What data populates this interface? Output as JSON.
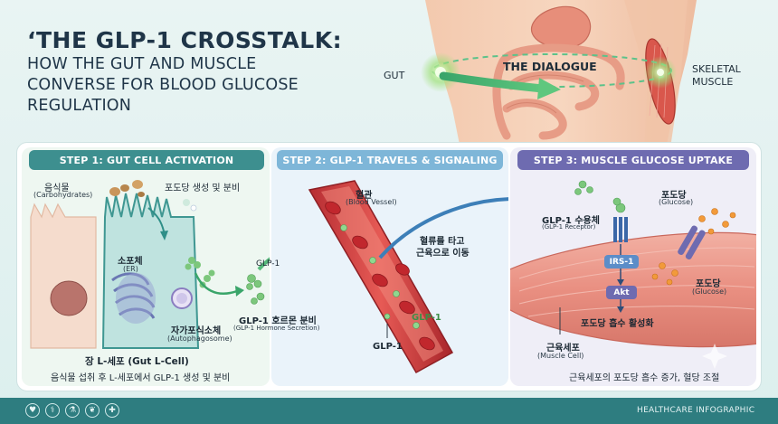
{
  "title": {
    "main": "‘THE GLP-1 CROSSTALK:",
    "sub": "HOW THE GUT AND MUSCLE CONVERSE FOR BLOOD GLUCOSE REGULATION"
  },
  "hero": {
    "gut_label": "GUT",
    "dialogue_label": "THE DIALOGUE",
    "muscle_label": "SKELETAL MUSCLE"
  },
  "step1": {
    "header": "STEP 1: GUT CELL ACTIVATION",
    "food_ko": "음식물",
    "food_en": "(Carbohydrates)",
    "glucose_ko": "포도당 생성 및 분비",
    "er_ko": "소포체",
    "er_en": "(ER)",
    "autophagosome_ko": "자가포식소체",
    "autophagosome_en": "(Autophagosome)",
    "glp1_label": "GLP-1",
    "secretion_ko": "GLP-1 호르몬 분비",
    "secretion_en": "(GLP-1 Hormone Secretion)",
    "cell_label": "장 L-세포 (Gut L-Cell)",
    "caption": "음식물 섭취 후 L-세포에서 GLP-1 생성 및 분비"
  },
  "step2": {
    "header": "STEP 2: GLP-1 TRAVELS & SIGNALING",
    "vessel_ko": "혈관",
    "vessel_en": "(Blood Vessel)",
    "travel_ko_1": "혈류를 타고",
    "travel_ko_2": "근육으로 이동",
    "glp1_inside": "GLP-1",
    "glp1_bottom": "GLP-1"
  },
  "step3": {
    "header": "STEP 3: MUSCLE GLUCOSE UPTAKE",
    "receptor_ko": "GLP-1 수용체",
    "receptor_en": "(GLP-1 Receptor)",
    "glucose_top_ko": "포도당",
    "glucose_top_en": "(Glucose)",
    "irs1": "IRS-1",
    "akt": "Akt",
    "glucose_right_ko": "포도당",
    "glucose_right_en": "(Glucose)",
    "activation_ko": "포도당 흡수 활성화",
    "muscle_cell_ko": "근육세포",
    "muscle_cell_en": "(Muscle Cell)",
    "caption": "근육세포의 포도당 흡수 증가, 혈당 조절"
  },
  "footer": {
    "label": "HEALTHCARE INFOGRAPHIC",
    "icons": [
      "heart-pulse-icon",
      "stethoscope-icon",
      "flask-icon",
      "leaf-icon",
      "pill-icon"
    ]
  },
  "colors": {
    "step1_header": "#3d8f8f",
    "step2_header": "#6aa9cf",
    "step3_header": "#6e6bb0",
    "glp1_green": "#7cc77c",
    "glucose_orange": "#f29a3a",
    "blood_red": "#c8353a",
    "footer": "#2e7d80"
  }
}
